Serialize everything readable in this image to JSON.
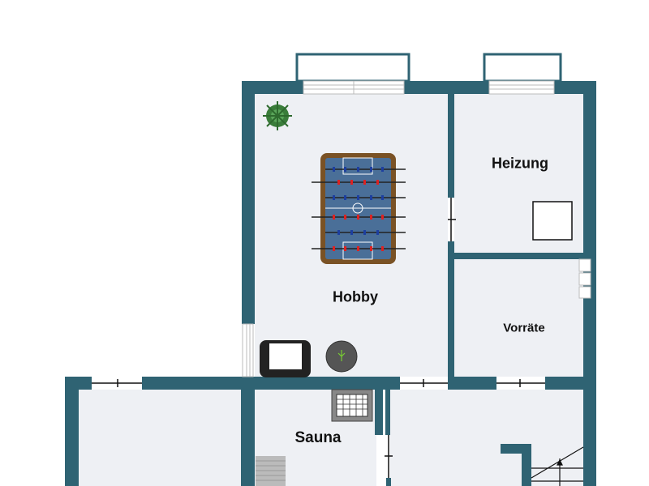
{
  "rooms": {
    "hobby": "Hobby",
    "heizung": "Heizung",
    "vorraete": "Vorräte",
    "sauna": "Sauna"
  },
  "colors": {
    "wall": "#2f6373",
    "floor": "#eef0f4"
  }
}
